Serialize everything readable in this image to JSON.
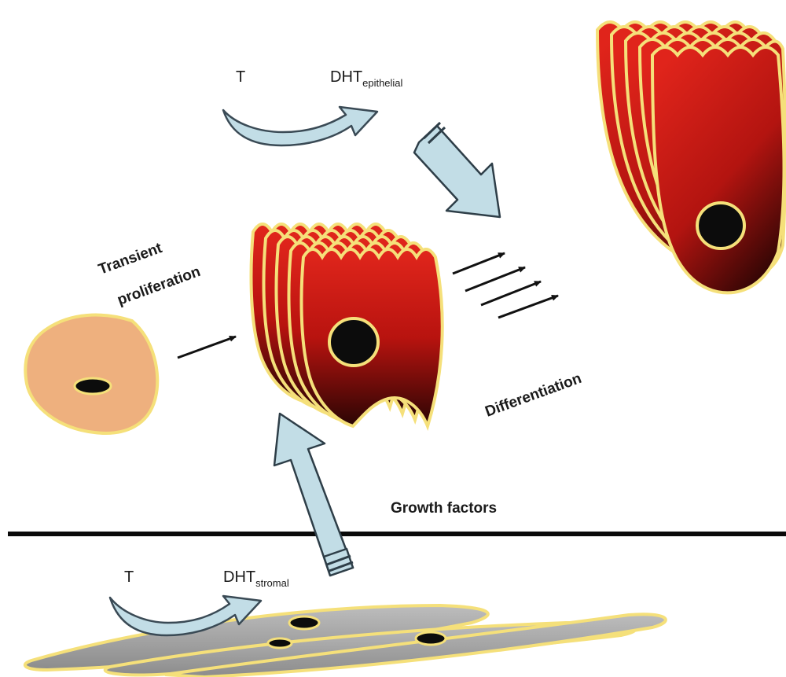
{
  "labels": {
    "t_top": "T",
    "dht_top_base": "DHT",
    "dht_top_sub": "epithelial",
    "transient_line1": "Transient",
    "transient_line2": "proliferation",
    "differentiation": "Differentiation",
    "growth_factors": "Growth factors",
    "t_bottom": "T",
    "dht_bottom_base": "DHT",
    "dht_bottom_sub": "stromal"
  },
  "colors": {
    "cell_red": "#d8201a",
    "cell_dark": "#2a0504",
    "cell_outline": "#f5e07a",
    "basal_cell": "#eeb07e",
    "stromal_grey": "#a8a8a8",
    "block_arrow": "#c2dde6",
    "nucleus": "#0c0c0c"
  },
  "icons": {
    "conversion_top": "curved-arrow-icon",
    "conversion_bottom": "curved-arrow-icon",
    "dht_signal": "block-arrow-icon",
    "growth_signal": "block-arrow-icon"
  }
}
